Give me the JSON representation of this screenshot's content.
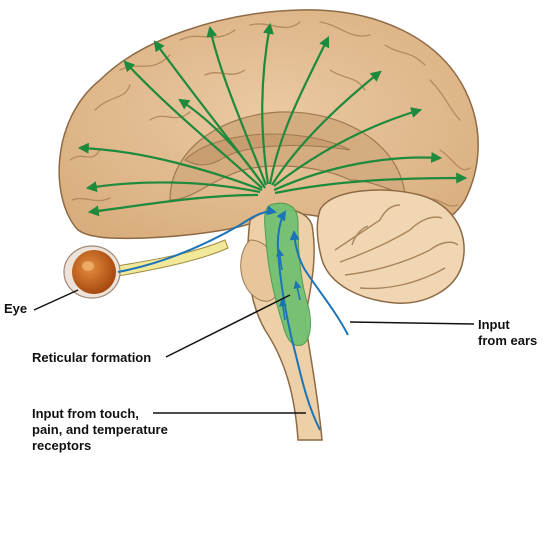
{
  "labels": {
    "eye": "Eye",
    "reticular_formation": "Reticular formation",
    "input_from_ears": [
      "Input",
      "from ears"
    ],
    "input_from_touch": [
      "Input from touch,",
      "pain, and temperature",
      "receptors"
    ]
  },
  "colors": {
    "cortex": "#E3BE93",
    "cortex_outline": "#8E6A44",
    "inner": "#D4AC80",
    "brainstem": "#EDCFA8",
    "cerebellum": "#F0D6B3",
    "reticular": "#72C172",
    "green_arrow": "#1E8A3C",
    "blue_arrow": "#1B74B8",
    "eye_iris": "#C8641C",
    "optic_nerve": "#F2E89A",
    "leader_line": "#111111"
  }
}
